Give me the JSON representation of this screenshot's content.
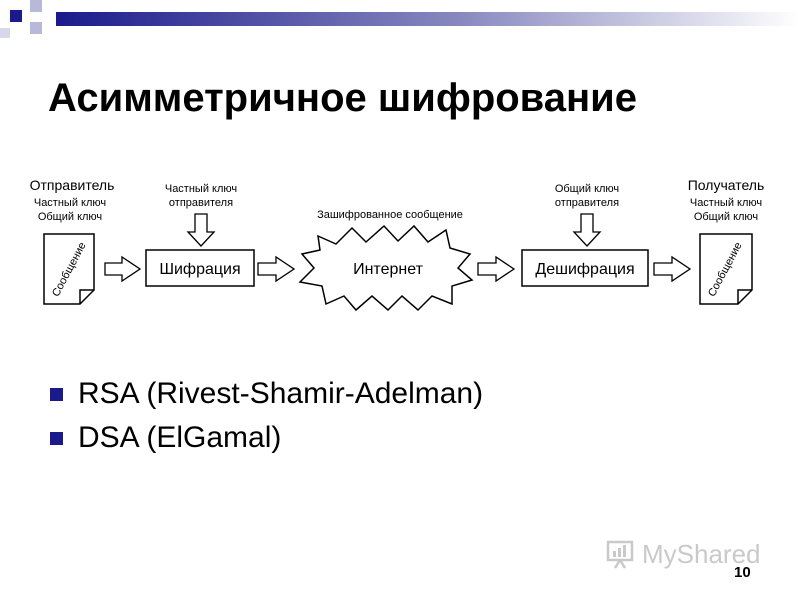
{
  "slide": {
    "title": "Асимметричное шифрование",
    "page_number": "10",
    "watermark": "MyShared"
  },
  "diagram": {
    "sender": {
      "title": "Отправитель",
      "lines": [
        "Частный ключ",
        "Общий ключ"
      ],
      "doc_label": "Сообщение"
    },
    "encrypt": {
      "key_lines": [
        "Частный ключ",
        "отправителя"
      ],
      "box_label": "Шифрация"
    },
    "internet": {
      "caption": "Зашифрованное сообщение",
      "label": "Интернет"
    },
    "decrypt": {
      "key_lines": [
        "Общий ключ",
        "отправителя"
      ],
      "box_label": "Дешифрация"
    },
    "receiver": {
      "title": "Получатель",
      "lines": [
        "Частный ключ",
        "Общий ключ"
      ],
      "doc_label": "Сообщение"
    }
  },
  "bullets": [
    "RSA (Rivest-Shamir-Adelman)",
    "DSA (ElGamal)"
  ],
  "colors": {
    "accent": "#1a1a8c",
    "bullet": "#1a1a8c",
    "stroke": "#000000"
  }
}
